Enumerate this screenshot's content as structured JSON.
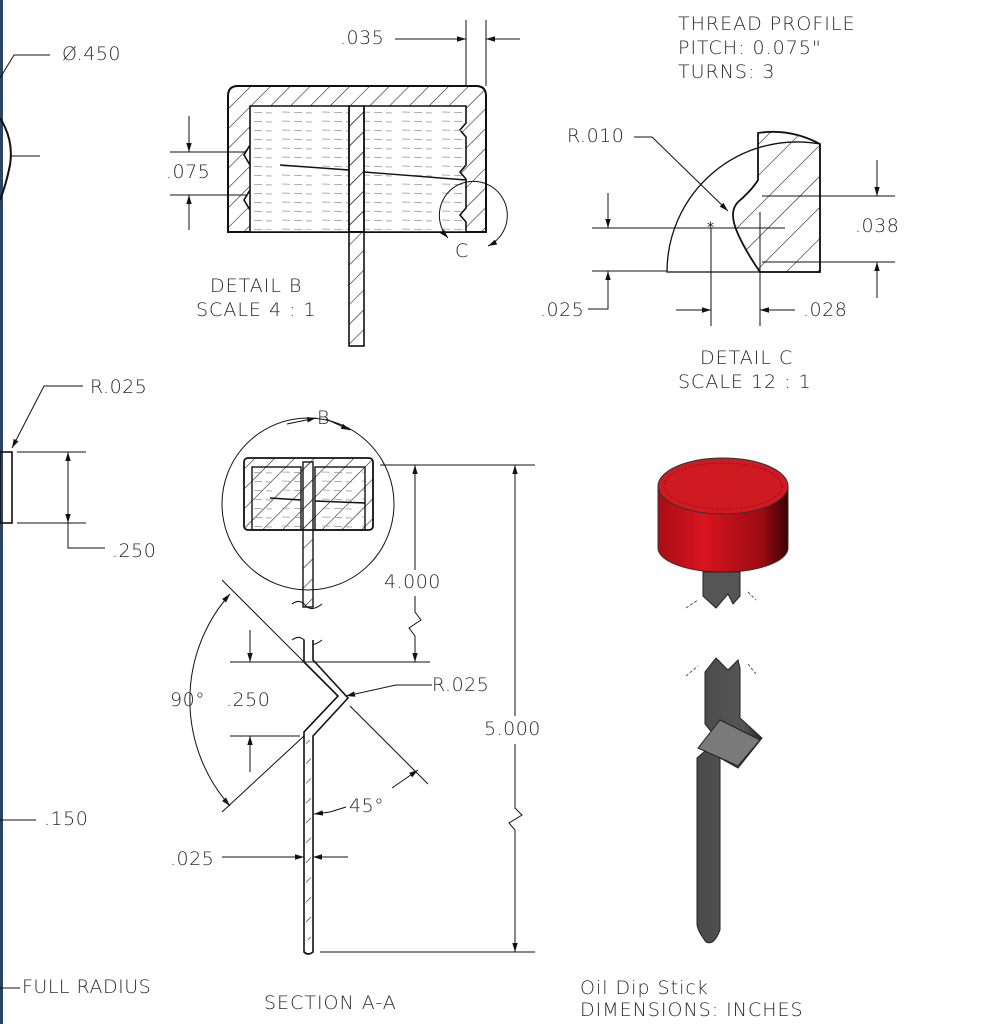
{
  "drawing": {
    "title": "Oil Dip Stick",
    "units": "DIMENSIONS: INCHES",
    "accent_color": "#d0131f"
  },
  "left_view": {
    "diameter": "Ø.450",
    "radius": "R.025",
    "height": ".250",
    "width": ".150",
    "end_note": "FULL RADIUS"
  },
  "detail_b": {
    "title": "DETAIL B",
    "scale": "SCALE 4 : 1",
    "wall_thickness": ".035",
    "pitch_dim": ".075",
    "callout": "C"
  },
  "detail_c": {
    "header": [
      "THREAD PROFILE",
      "PITCH: 0.075\"",
      "TURNS: 3"
    ],
    "radius": "R.010",
    "height": ".038",
    "offset": ".025",
    "depth": ".028",
    "title": "DETAIL C",
    "scale": "SCALE 12 : 1"
  },
  "section_aa": {
    "title": "SECTION A-A",
    "callout": "B",
    "length_upper": "4.000",
    "length_total": "5.000",
    "bend_radius": "R.025",
    "bend_angle": "90°",
    "bend_offset": ".250",
    "bend_slope": "45°",
    "thickness": ".025"
  }
}
